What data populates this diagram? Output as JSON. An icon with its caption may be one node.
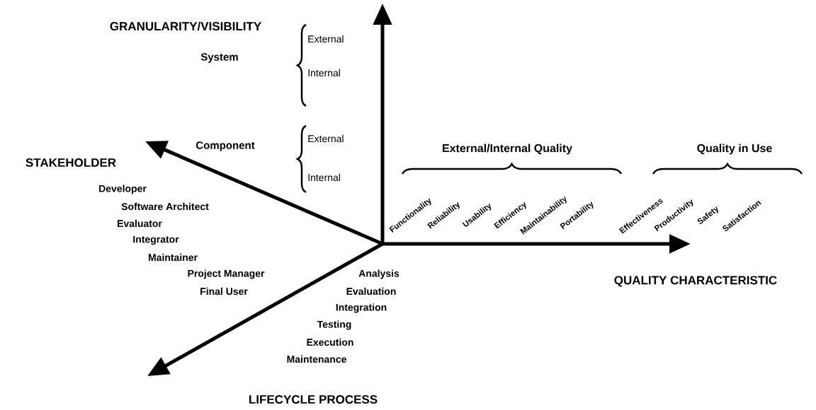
{
  "diagram": {
    "labels": [
      "GRANULARITY/VISIBILITY",
      "External",
      "System",
      "Internal",
      "Component",
      "External",
      "Internal",
      "STAKEHOLDER",
      "External/Internal Quality",
      "Quality in Use",
      "Functionality",
      "Reliability",
      "Usability",
      "Efficiency",
      "Maintainability",
      "Portability",
      "Effectiveness",
      "Productivity",
      "Safety",
      "Satisfaction",
      "Developer",
      "Software Architect",
      "Evaluator",
      "Integrator",
      "Maintainer",
      "Project Manager",
      "Final User",
      "Analysis",
      "Evaluation",
      "Integration",
      "Testing",
      "Execution",
      "Maintenance",
      "QUALITY CHARACTERISTIC",
      "LIFECYCLE PROCESS"
    ]
  }
}
